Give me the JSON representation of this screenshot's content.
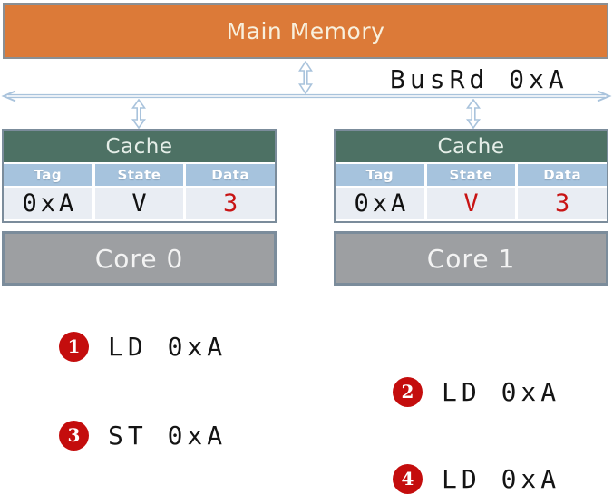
{
  "memory": {
    "label": "Main Memory"
  },
  "bus": {
    "label": "BusRd 0xA"
  },
  "caches": [
    {
      "title": "Cache",
      "columns": [
        "Tag",
        "State",
        "Data"
      ],
      "row": {
        "tag": {
          "text": "0xA",
          "color": "black"
        },
        "state": {
          "text": "V",
          "color": "black"
        },
        "data": {
          "text": "3",
          "color": "red"
        }
      }
    },
    {
      "title": "Cache",
      "columns": [
        "Tag",
        "State",
        "Data"
      ],
      "row": {
        "tag": {
          "text": "0xA",
          "color": "black"
        },
        "state": {
          "text": "V",
          "color": "red"
        },
        "data": {
          "text": "3",
          "color": "red"
        }
      }
    }
  ],
  "cores": [
    {
      "label": "Core 0"
    },
    {
      "label": "Core 1"
    }
  ],
  "operations": [
    {
      "num": "1",
      "label": "LD 0xA"
    },
    {
      "num": "2",
      "label": "LD 0xA"
    },
    {
      "num": "3",
      "label": "ST 0xA"
    },
    {
      "num": "4",
      "label": "LD 0xA"
    }
  ],
  "colors": {
    "memory_fill": "#dc7a38",
    "cache_title_fill": "#4d7164",
    "table_header_fill": "#a6c3dd",
    "table_row_fill": "#e9edf3",
    "core_fill": "#9d9fa2",
    "highlight_red": "#c81414",
    "badge_red": "#c40d0d",
    "bus_blue": "#a9c3dc",
    "box_border": "#7b8c9b"
  }
}
